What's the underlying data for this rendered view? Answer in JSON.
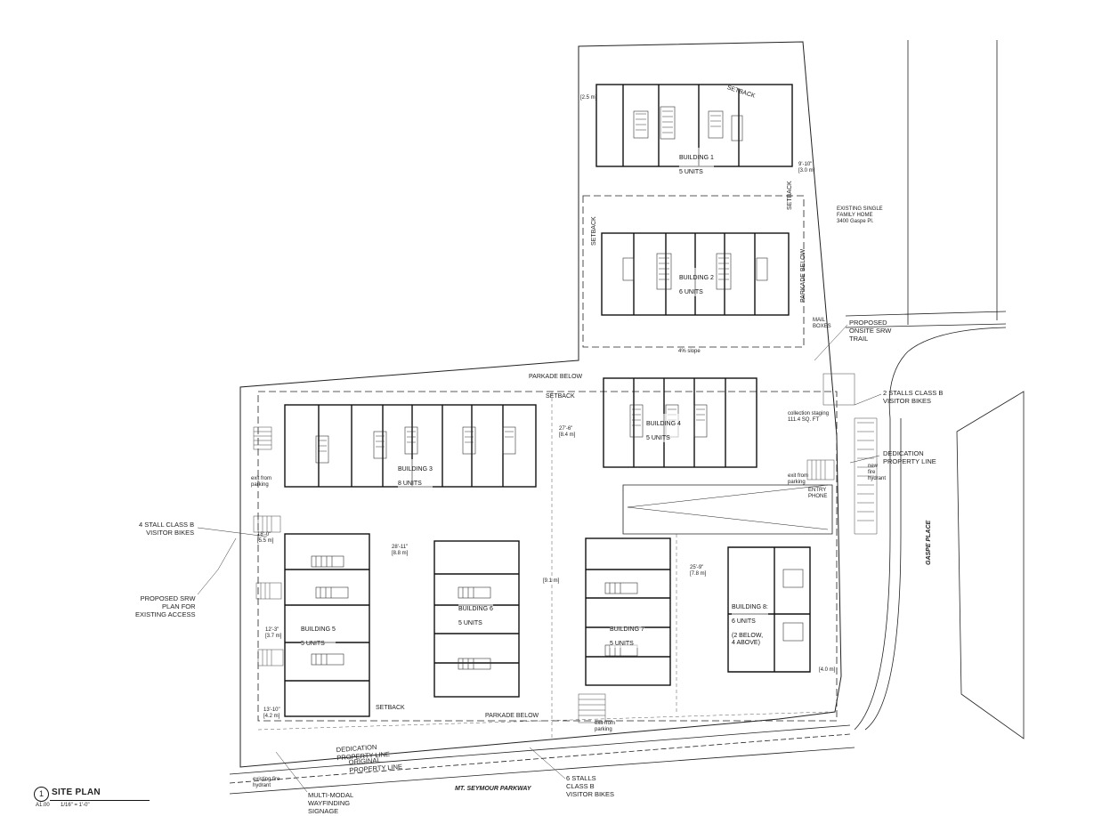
{
  "sheet": {
    "view_number": "1",
    "title": "SITE PLAN",
    "sheet_ref": "A1.00",
    "scale": "1/16\" = 1'-0\""
  },
  "buildings": [
    {
      "id": "b1",
      "name": "BUILDING 1",
      "units": "5 UNITS",
      "extra": ""
    },
    {
      "id": "b2",
      "name": "BUILDING 2",
      "units": "6 UNITS",
      "extra": ""
    },
    {
      "id": "b3",
      "name": "BUILDING 3",
      "units": "8 UNITS",
      "extra": ""
    },
    {
      "id": "b4",
      "name": "BUILDING 4",
      "units": "5 UNITS",
      "extra": ""
    },
    {
      "id": "b5",
      "name": "BUILDING 5",
      "units": "5 UNITS",
      "extra": ""
    },
    {
      "id": "b6",
      "name": "BUILDING 6",
      "units": "5 UNITS",
      "extra": ""
    },
    {
      "id": "b7",
      "name": "BUILDING 7",
      "units": "5 UNITS",
      "extra": ""
    },
    {
      "id": "b8",
      "name": "BUILDING 8:",
      "units": "6 UNITS",
      "extra": "(2 BELOW,\n4 ABOVE)"
    }
  ],
  "callouts": {
    "existing_home": "EXISTING SINGLE\nFAMILY HOME\n3400 Gaspe Pl.",
    "srw_trail": "PROPOSED\nONSITE SRW\nTRAIL",
    "mail_boxes": "MAIL\nBOXES",
    "bikes_2": "2 STALLS CLASS B\nVISITOR BIKES",
    "dedication_right": "DEDICATION\nPROPERTY LINE",
    "new_hydrant": "new\nfire\nhydrant",
    "collection": "collection staging\n111.4 SQ. FT",
    "entry_phone": "ENTRY\nPHONE",
    "exit_right": "exit from\nparking",
    "exit_left": "exit from\nparking",
    "exit_bottom": "exit from\nparking",
    "bikes_4": "4 STALL CLASS B\nVISITOR BIKES",
    "srw_plan": "PROPOSED SRW\nPLAN FOR\nEXISTING ACCESS",
    "bikes_6": "6 STALLS\nCLASS B\nVISITOR BIKES",
    "wayfinding": "MULTI-MODAL\nWAYFINDING\nSIGNAGE",
    "existing_hydrant": "existing fire\nhydrant",
    "dedication_bottom": "DEDICATION\nPROPERTY LINE",
    "original_line": "ORIGINAL\nPROPERTY LINE",
    "slope": "4% slope"
  },
  "labels": {
    "setback": "SETBACK",
    "parkade_below": "PARKADE BELOW",
    "mt_seymour": "MT. SEYMOUR PARKWAY",
    "gaspe": "GASPE PLACE"
  },
  "dimensions": [
    {
      "id": "d1",
      "text": "27'-6\"\n[8.4 m]"
    },
    {
      "id": "d2",
      "text": "28'-11\"\n[8.8 m]"
    },
    {
      "id": "d3",
      "text": "25'-9\"\n[7.8 m]"
    },
    {
      "id": "d4",
      "text": "12'-3\"\n[3.7 m]"
    },
    {
      "id": "d5",
      "text": "13'-10\"\n[4.2 m]"
    },
    {
      "id": "d6",
      "text": "18'-0\"\n[5.5 m]"
    },
    {
      "id": "d7",
      "text": "9'-10\"\n[3.0 m]"
    },
    {
      "id": "d8",
      "text": "[2.5 m]"
    },
    {
      "id": "d9",
      "text": "[4.0 m]"
    },
    {
      "id": "d10",
      "text": "[9.1 m]"
    }
  ]
}
